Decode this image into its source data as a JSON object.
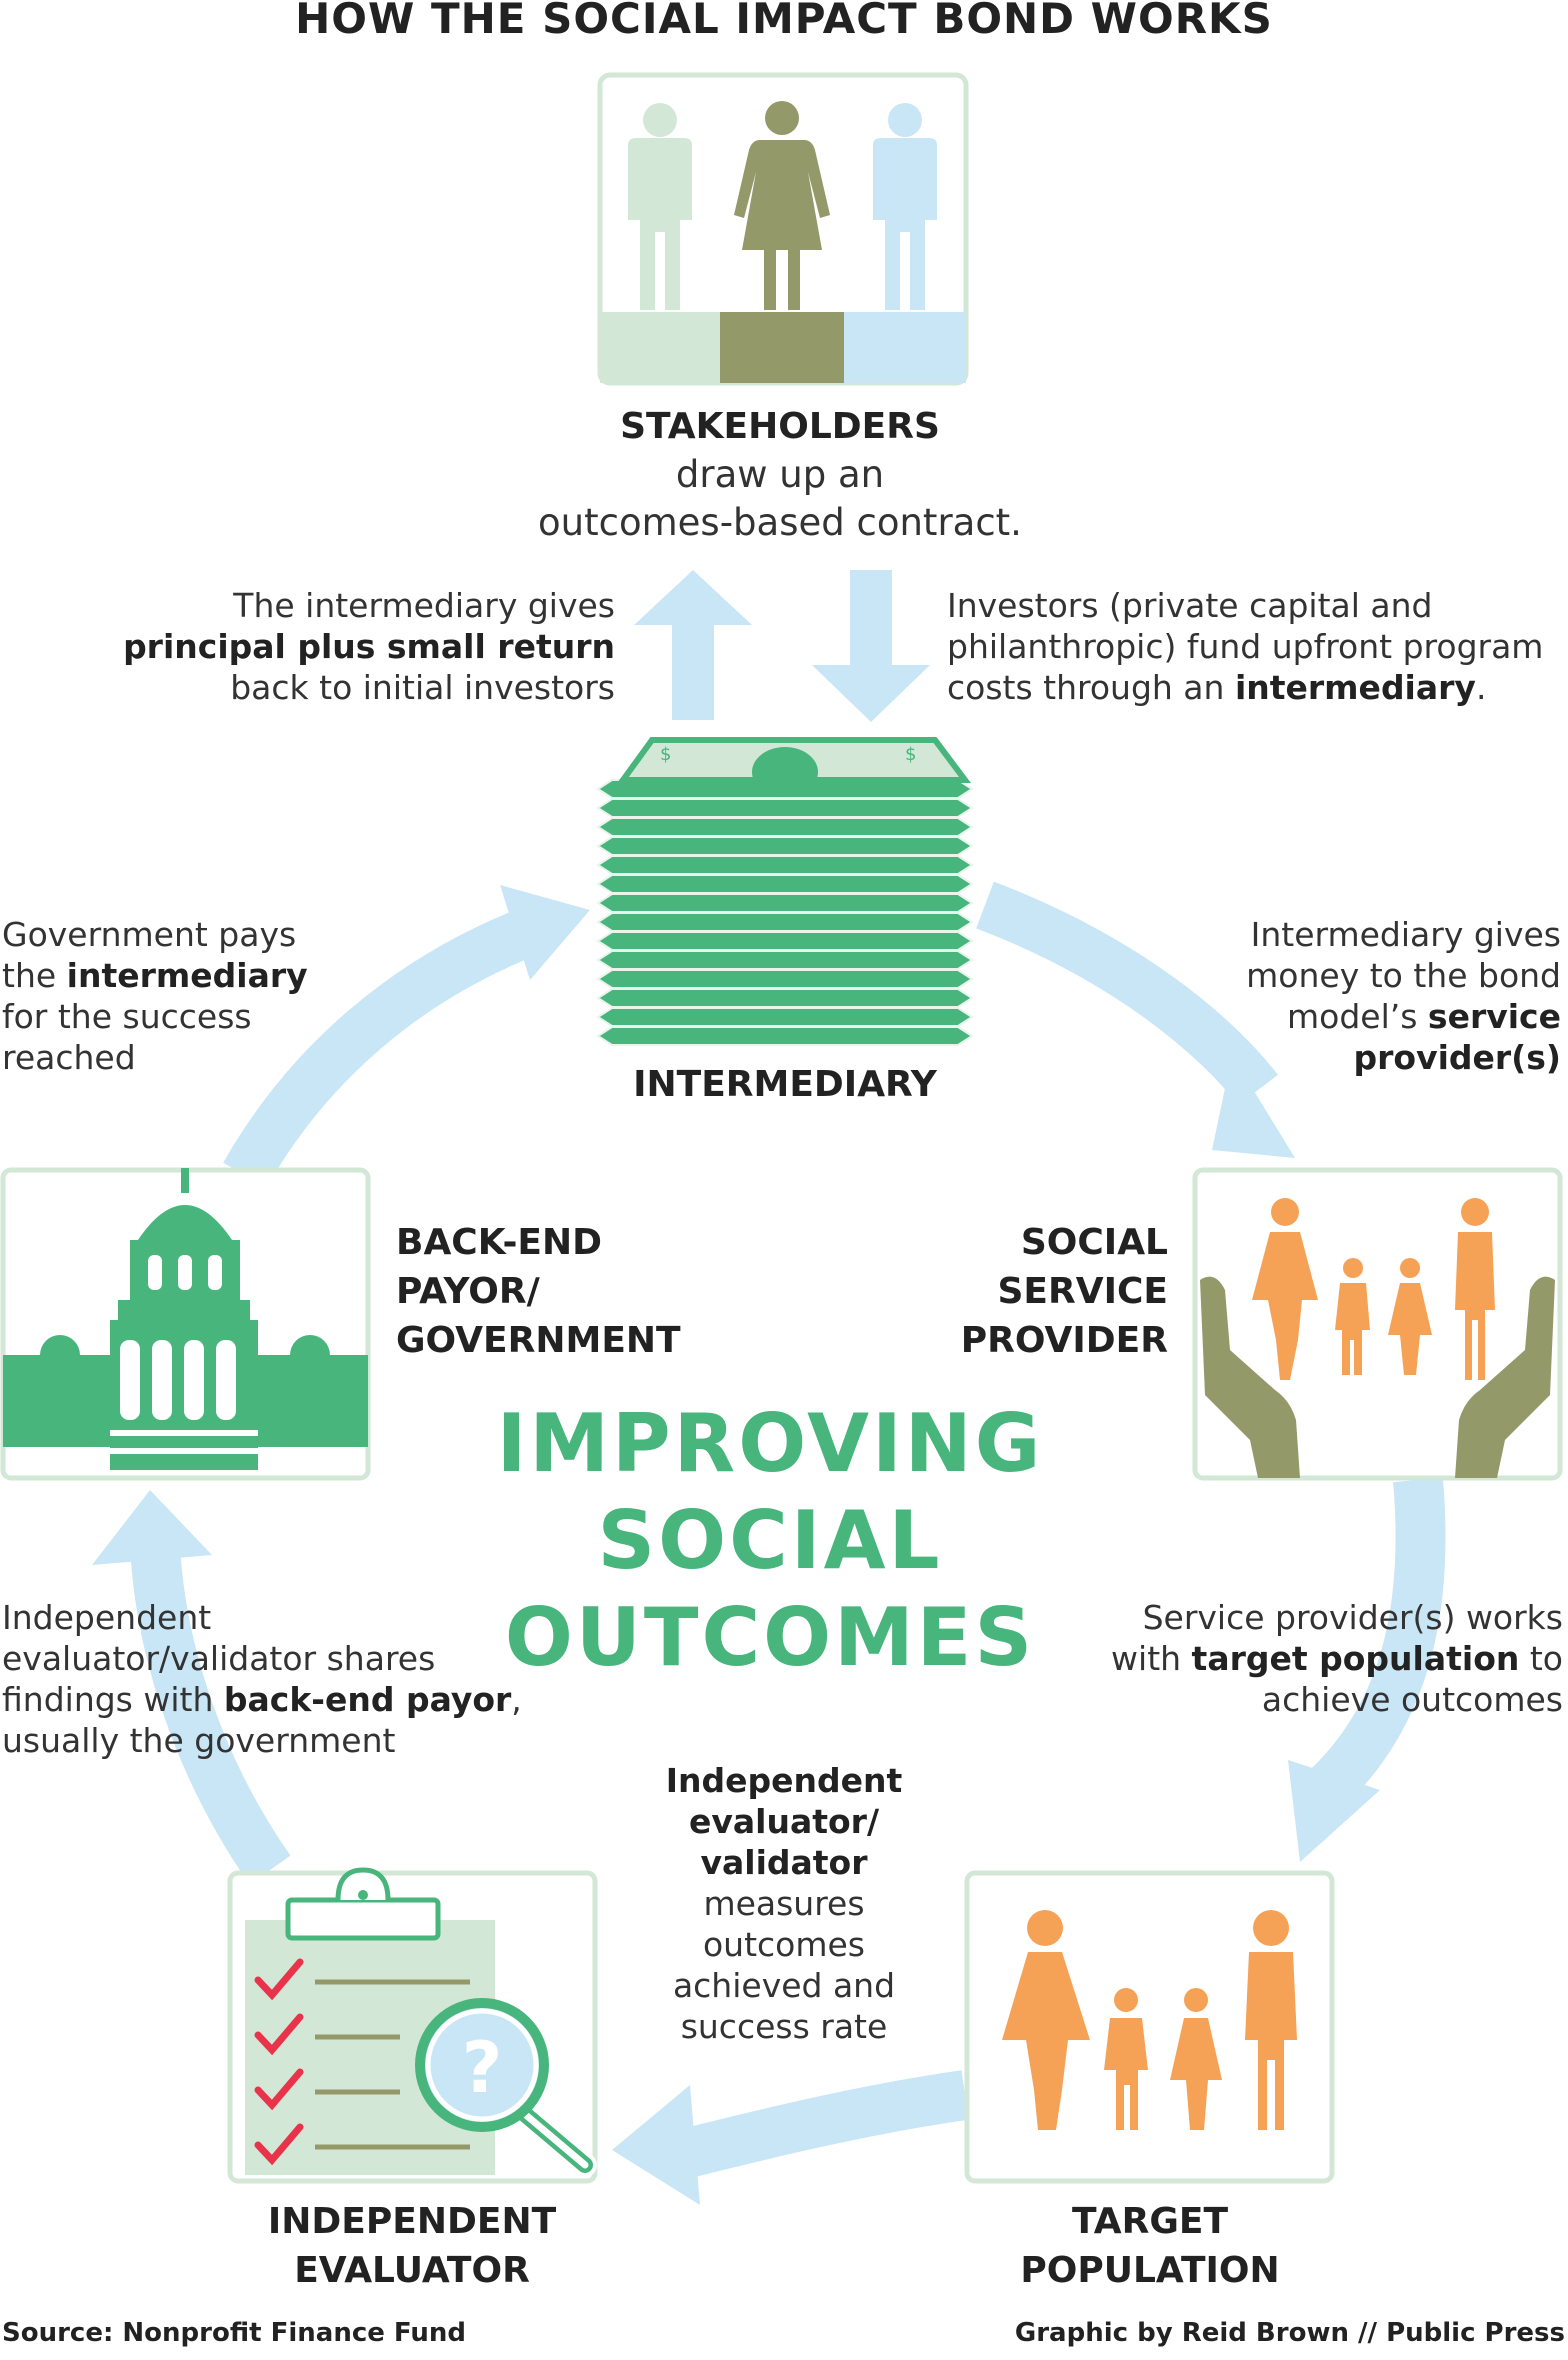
{
  "title": "HOW THE SOCIAL IMPACT BOND WORKS",
  "center": [
    "IMPROVING",
    "SOCIAL",
    "OUTCOMES"
  ],
  "colors": {
    "green": "#47b57c",
    "olive": "#94996a",
    "light_green": "#d3e7d6",
    "light_blue": "#c9e6f6",
    "orange": "#f5a257",
    "red_check": "#e8334a"
  },
  "nodes": {
    "stakeholders": {
      "icon": "three-people-icon",
      "label": "STAKEHOLDERS",
      "line1": "draw up an",
      "line2": "outcomes-based contract."
    },
    "intermediary": {
      "icon": "money-stack-icon",
      "label": "INTERMEDIARY"
    },
    "provider": {
      "icon": "hands-family-icon",
      "label": [
        "SOCIAL",
        "SERVICE",
        "PROVIDER"
      ]
    },
    "target": {
      "icon": "family-icon",
      "label": [
        "TARGET",
        "POPULATION"
      ]
    },
    "evaluator": {
      "icon": "clipboard-magnifier-icon",
      "label": [
        "INDEPENDENT",
        "EVALUATOR"
      ]
    },
    "government": {
      "icon": "capitol-building-icon",
      "label": [
        "BACK-END",
        "PAYOR/",
        "GOVERNMENT"
      ]
    }
  },
  "notes": {
    "return_to_investors": {
      "l1": "The intermediary gives",
      "l2_bold": "principal plus small return",
      "l3": "back to initial investors"
    },
    "investors_fund": {
      "l1": "Investors (private capital and",
      "l2": "philanthropic) fund upfront program",
      "l3_pre": "costs through an ",
      "l3_bold": "intermediary",
      "l3_post": "."
    },
    "gov_pays": {
      "l1": "Government pays",
      "l2_pre": "the ",
      "l2_bold": "intermediary",
      "l3": "for the success",
      "l4": "reached"
    },
    "intermediary_gives": {
      "l1": "Intermediary gives",
      "l2": "money to the bond",
      "l3_pre": "model’s ",
      "l3_bold": "service",
      "l4_bold": "provider(s)"
    },
    "provider_works": {
      "l1": "Service provider(s) works",
      "l2_pre": "with ",
      "l2_bold": "target population",
      "l2_post": " to",
      "l3": "achieve outcomes"
    },
    "evaluator_shares": {
      "l1": "Independent",
      "l2": "evaluator/validator shares",
      "l3_pre": "findings with ",
      "l3_bold": "back-end payor",
      "l3_post": ",",
      "l4": "usually the government"
    },
    "evaluator_measures": {
      "b1": "Independent",
      "b2": "evaluator/",
      "b3": "validator",
      "l1": "measures",
      "l2": "outcomes",
      "l3": "achieved and",
      "l4": "success rate"
    }
  },
  "footer": {
    "source": "Source: Nonprofit Finance Fund",
    "credit": "Graphic by Reid Brown // Public Press"
  }
}
